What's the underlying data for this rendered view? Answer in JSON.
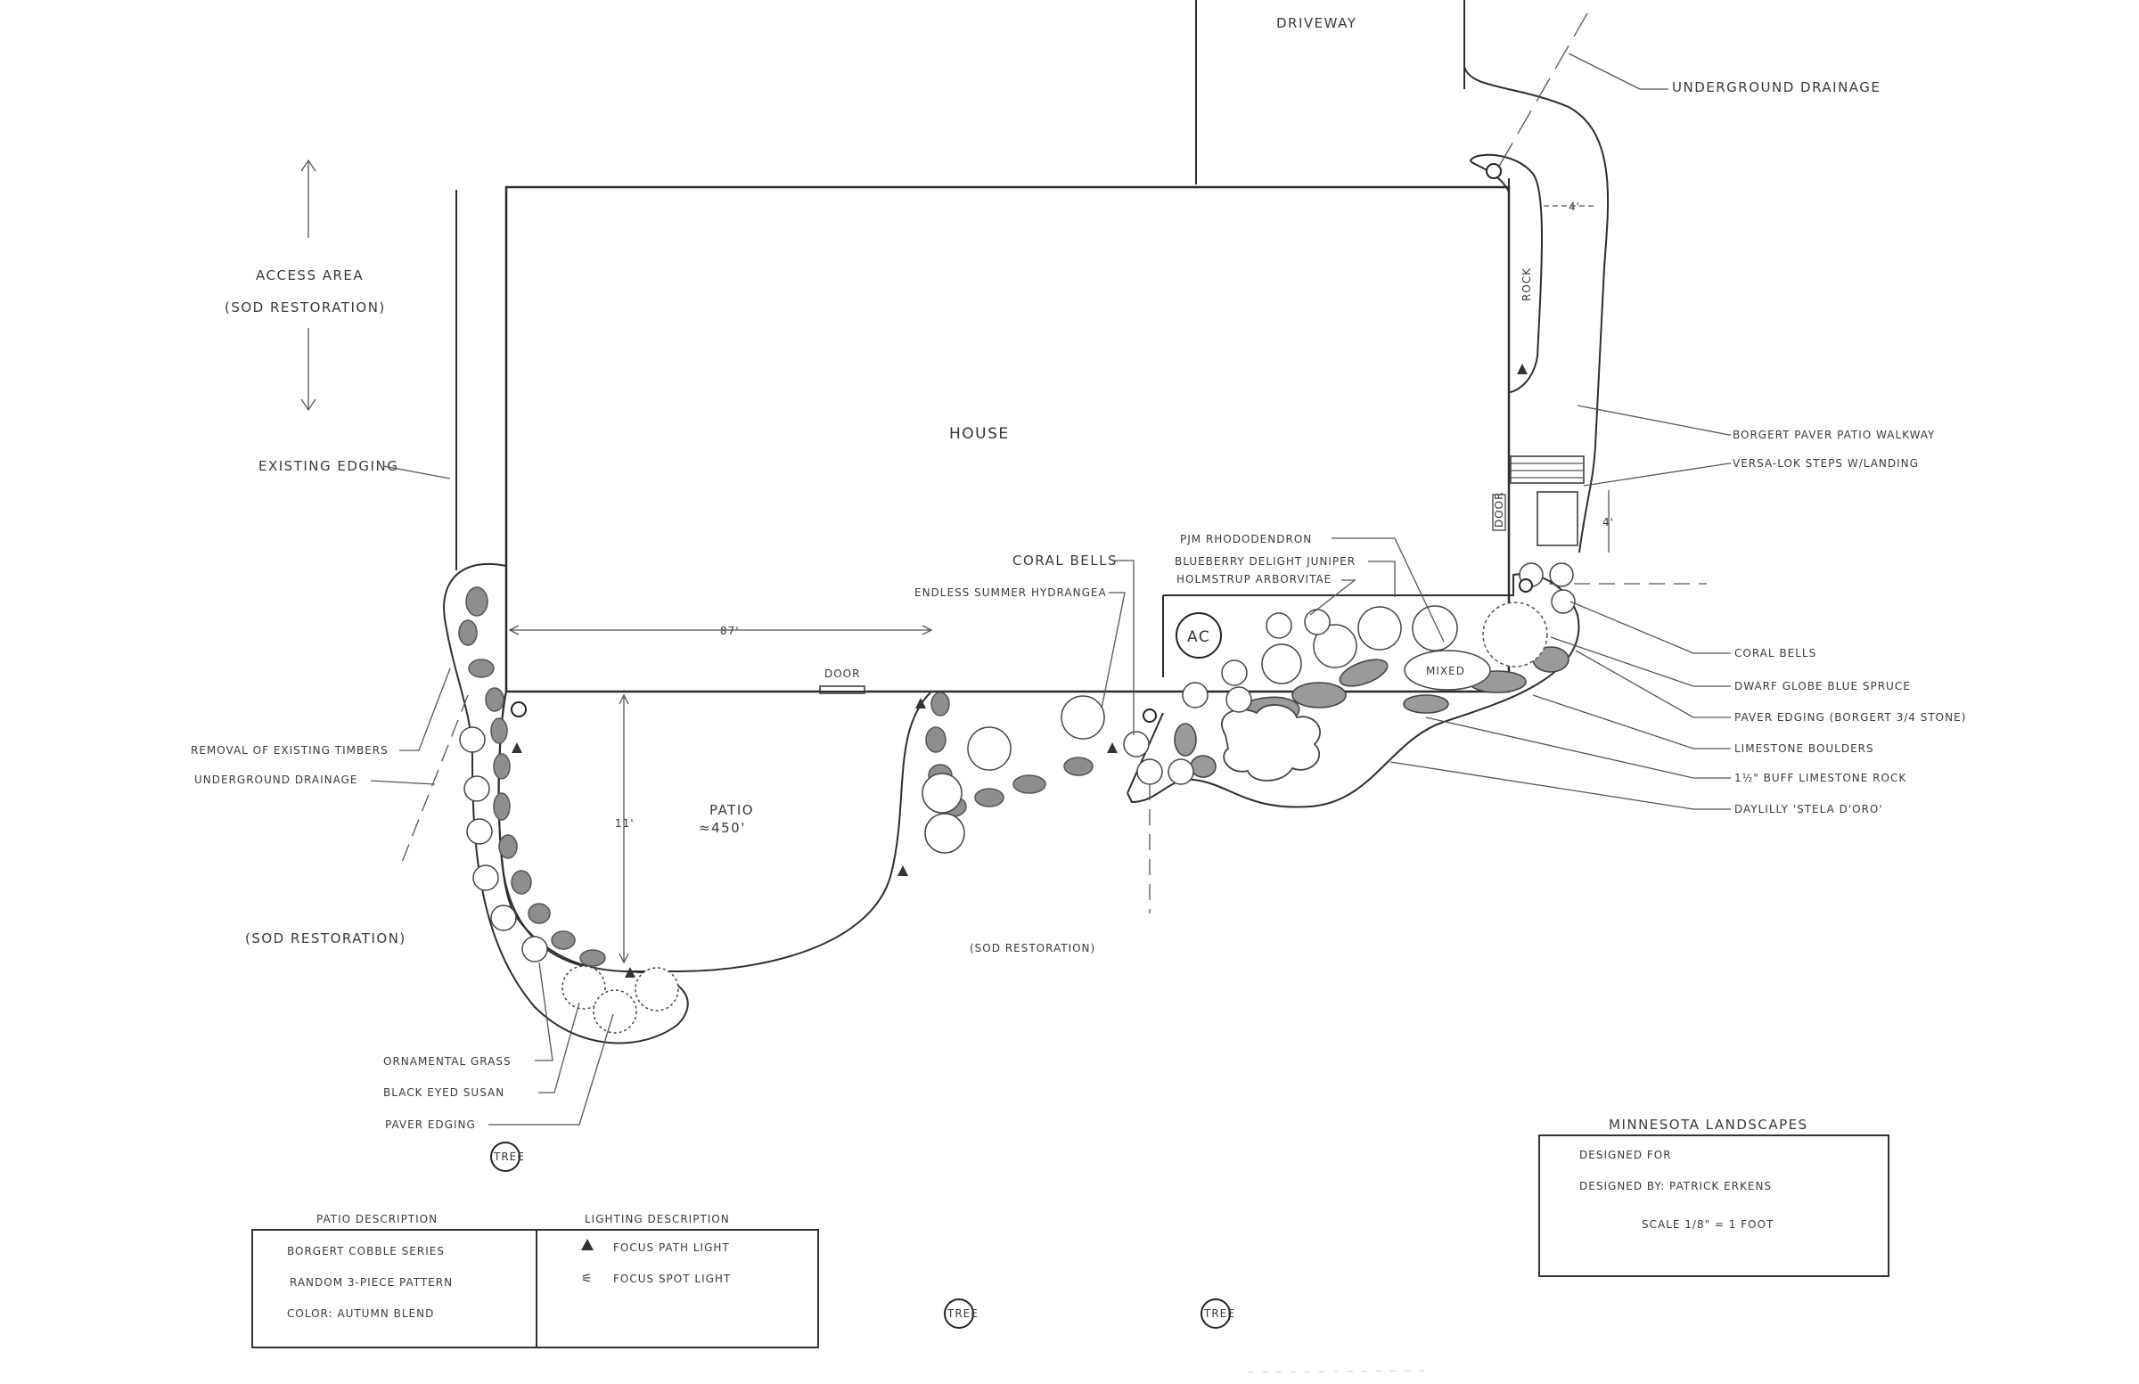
{
  "labels": {
    "driveway": "DRIVEWAY",
    "underground_drainage_top": "UNDERGROUND DRAINAGE",
    "access_area": "ACCESS AREA",
    "sod_restoration_paren": "(SOD RESTORATION)",
    "existing_edging": "EXISTING EDGING",
    "house": "HOUSE",
    "rock": "ROCK",
    "width_4_top": "4'",
    "width_4_side": "4'",
    "borgert_walkway": "BORGERT PAVER PATIO WALKWAY",
    "versa_lok": "VERSA-LOK STEPS W/LANDING",
    "door_side": "DOOR",
    "pjm_rhododendron": "PJM RHODODENDRON",
    "blueberry_juniper": "BLUEBERRY DELIGHT JUNIPER",
    "holmstrup": "HOLMSTRUP ARBORVITAE",
    "coral_bells_center": "CORAL BELLS",
    "endless_summer": "ENDLESS SUMMER HYDRANGEA",
    "ac": "AC",
    "mixed": "MIXED",
    "dim_87": "87'",
    "door_patio": "DOOR",
    "coral_bells_right": "CORAL BELLS",
    "dwarf_globe": "DWARF GLOBE BLUE SPRUCE",
    "paver_edging_right": "PAVER EDGING (BORGERT 3/4 STONE)",
    "limestone_boulders": "LIMESTONE BOULDERS",
    "buff_limestone": "1½\" BUFF LIMESTONE ROCK",
    "daylilly": "DAYLILLY 'STELA D'ORO'",
    "removal_timbers": "REMOVAL OF EXISTING TIMBERS",
    "underground_drainage_left": "UNDERGROUND DRAINAGE",
    "dim_11": "11'",
    "patio": "PATIO",
    "patio_area": "≈450'",
    "sod_restoration_left": "(SOD RESTORATION)",
    "sod_restoration_center": "(SOD RESTORATION)",
    "ornamental_grass": "ORNAMENTAL GRASS",
    "black_eyed_susan": "BLACK EYED SUSAN",
    "paver_edging_left": "PAVER EDGING",
    "tree": "TREE"
  },
  "patio_description": {
    "header": "PATIO DESCRIPTION",
    "lines": [
      "BORGERT COBBLE SERIES",
      "RANDOM 3-PIECE PATTERN",
      "COLOR: AUTUMN BLEND"
    ]
  },
  "lighting_description": {
    "header": "LIGHTING DESCRIPTION",
    "path_light": "FOCUS PATH LIGHT",
    "spot_light": "FOCUS SPOT LIGHT"
  },
  "title_block": {
    "company": "MINNESOTA LANDSCAPES",
    "designed_for": "DESIGNED FOR",
    "designed_by": "DESIGNED BY: PATRICK ERKENS",
    "scale": "SCALE 1/8\" = 1 FOOT"
  },
  "colors": {
    "ink": "#2e2e2e",
    "stone_fill": "#8e8e8e",
    "boulder_fill": "#9a9a9a",
    "paper": "#ffffff"
  }
}
